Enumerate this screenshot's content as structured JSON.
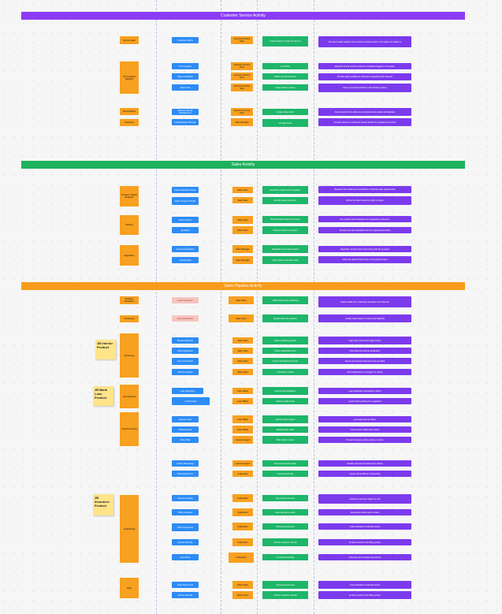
{
  "bands": {
    "customer": "Customer Service Activity",
    "sales": "Sales Activity",
    "pipeline": "Sales Pipeline Activity"
  },
  "colors": {
    "band_customer": "#8b3cf6",
    "band_sales": "#1eb15e",
    "band_pipeline": "#f89a1c"
  },
  "stickies": {
    "s1": "JB Interior Product",
    "s2": "JB Bank Loan Product",
    "s3": "JB Insurance Product"
  },
  "cs": {
    "o1": "Service Desk",
    "o2": "CS Complaint Handling",
    "o3": "Administration",
    "o4": "Reporting",
    "b1": "Customer Inquiry",
    "b2": "CS Complaint",
    "b3": "Status Feedback",
    "b4": "Close Case",
    "b5": "Delivery Record Management",
    "b6": "Overall Report Records",
    "y1": "Customer Service Team",
    "y2": "Customer Service Team",
    "y3": "Customer Service Team",
    "y4": "Customer Service Team",
    "y5": "Customer Service Team",
    "y6": "Team Manager",
    "g1": "Create ticket for Customer Service",
    "g2": "Log Ticket",
    "g3": "Follow up with customer",
    "g4": "Close ticket in system",
    "g5": "Update data record",
    "g6": "Compile report",
    "p1": "CS team handle inquiries from customer and log ticket in the system for follow up",
    "p2": "Respond to and resolve customer complaints logged in the system",
    "p3": "Provide status updates to customers regarding their requests",
    "p4": "Close out resolved tickets in the ticketing system",
    "p5": "Keep records of the deliveries completed and update the database",
    "p6": "Compile reports on customer service activity for management review"
  },
  "sa": {
    "o1": "Prospect / Market Research",
    "o2": "Pitching",
    "o3": "Negotiation",
    "b1": "Market Research Study",
    "b2": "Define Prospect Profile",
    "b3": "Product Demo",
    "b4": "Quotation",
    "b5": "Contract Negotiation",
    "b6": "Closing Deal",
    "y1": "Sales Team",
    "y2": "Sales Team",
    "y3": "Sales Team",
    "y4": "Sales Team",
    "y5": "Sales Manager",
    "y6": "Sales Manager",
    "g1": "Research market and competitors",
    "g2": "Identify target customers",
    "g3": "Demonstrate product to prospect",
    "g4": "Prepare quote for prospect",
    "g5": "Negotiate terms with prospect",
    "g6": "Sign contract and close deal",
    "p1": "Research the market and competitors to identify sales opportunities",
    "p2": "Define the ideal customer profile to target",
    "p3": "Run product demonstrations for prospective customers",
    "p4": "Prepare and send quotations for the requested products",
    "p5": "Negotiate contract terms and pricing with the prospect",
    "p6": "Close the deal and hand over to the pipeline team"
  },
  "sp": {
    "o1": "Prospect Generation",
    "o2": "Processing",
    "o3": "Loan Approval",
    "o4": "Final Processing",
    "o5": "Underwriting",
    "o6": "Filing",
    "b1": "Lead Generation",
    "b2": "Lead Qualification",
    "b3": "Product Selection",
    "b4": "Client Application",
    "b5": "Document Check",
    "b6": "Send for Review",
    "b7": "Loan Application",
    "b8": "Credit Check",
    "b9": "Approve Loan",
    "b10": "Disbursement",
    "b11": "Policy Offer",
    "b12": "Claims Processing",
    "b13": "Risk Assessment",
    "b14": "Premium Setting",
    "b15": "Policy Issuance",
    "b16": "Verify Documents",
    "b17": "Archive Records",
    "b18": "Final Filing",
    "y1": "Sales Team",
    "y2": "Sales Team",
    "y3": "Sales Team",
    "y4": "Sales Team",
    "y5": "Sales Team",
    "y6": "Sales Team",
    "y7": "Loan Officer",
    "y8": "Loan Officer",
    "y9": "Loan Officer",
    "y10": "Loan Officer",
    "y11": "Insurance Agent",
    "y12": "Insurance Agent",
    "y13": "Underwriter",
    "y14": "Underwriter",
    "y15": "Underwriter",
    "y16": "Admin Team",
    "y17": "Admin Team",
    "y18": "Admin Team",
    "g1": "Collect leads from marketing",
    "g2": "Qualify leads for products",
    "g3": "Select matching product",
    "g4": "Submit application form",
    "g5": "Check submitted documents",
    "g6": "Forward for review",
    "g7": "Submit loan application",
    "g8": "Perform credit check",
    "g9": "Approve loan request",
    "g10": "Release loan funds",
    "g11": "Offer policy to client",
    "g12": "Process insurance claim",
    "g13": "Assess client risk",
    "g14": "Set premium amount",
    "g15": "Issue insurance policy",
    "g16": "Verify all documents",
    "g17": "Archive customer records",
    "g18": "Complete final filing",
    "p1": "Gather leads from marketing campaigns and referrals",
    "p2": "Qualify leads based on needs and eligibility",
    "p3": "Help client choose the right product",
    "p4": "Client fills and submits application",
    "p5": "Ensure all required documents are provided",
    "p6": "Send application to manager for review",
    "p7": "Loan application submitted to officer",
    "p8": "Credit check performed on applicant",
    "p9": "Loan approved by officer",
    "p10": "Loan amount disbursed to client",
    "p11": "Present insurance policy options to client",
    "p12": "Handle and process claims from clients",
    "p13": "Assess risk profile for underwriting",
    "p14": "Determine premium based on risk",
    "p15": "Issue policy documents to client",
    "p16": "Final verification of all documents",
    "p17": "Archive records in the filing system",
    "p18": "Close file and complete the process"
  }
}
